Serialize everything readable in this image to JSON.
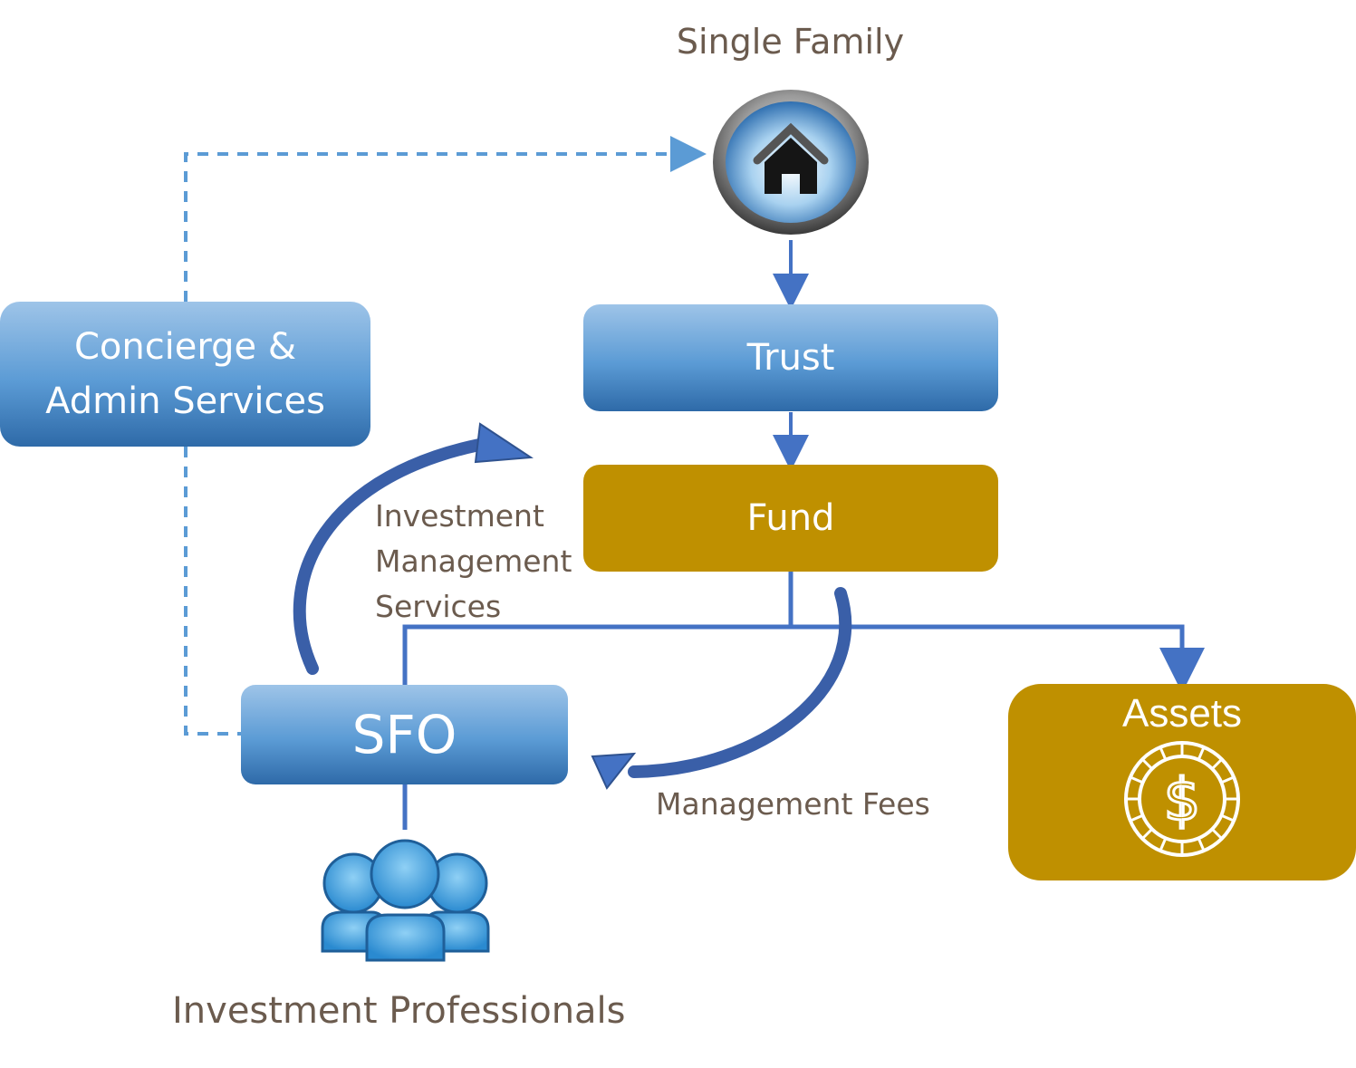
{
  "diagram": {
    "title": "Single Family",
    "nodes": {
      "trust": "Trust",
      "fund": "Fund",
      "sfo": "SFO",
      "concierge_line1": "Concierge &",
      "concierge_line2": "Admin Services",
      "assets": "Assets"
    },
    "labels": {
      "ims_line1": "Investment",
      "ims_line2": "Management",
      "ims_line3": "Services",
      "fees": "Management Fees",
      "professionals": "Investment Professionals"
    },
    "icons": {
      "family": "house-icon",
      "assets": "dollar-coin-icon",
      "professionals": "people-group-icon"
    },
    "colors": {
      "blue_box": "#5b9bd5",
      "gold_box": "#bf9000",
      "connector": "#4472c4",
      "curved_arrow": "#3a5fa8",
      "dashed": "#5b9bd5",
      "label_text": "#6b5b4e"
    }
  }
}
